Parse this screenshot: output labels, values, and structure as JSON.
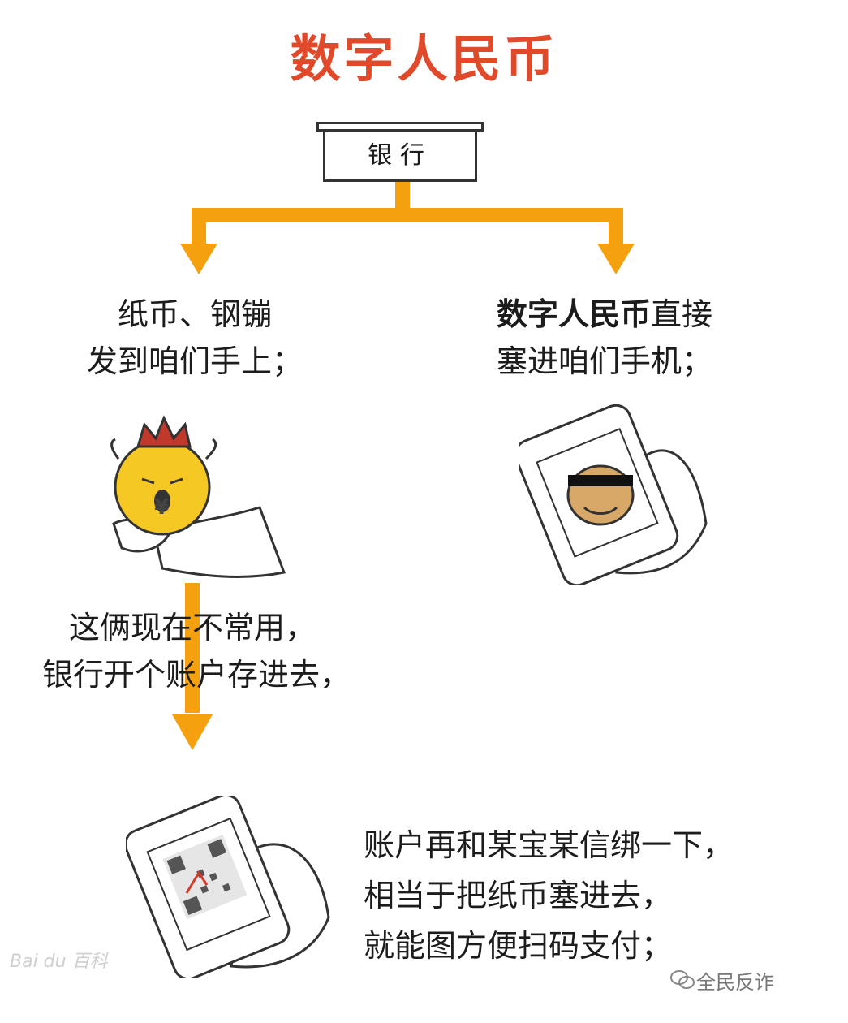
{
  "title": "数字人民币",
  "bank_label": "银行",
  "left_branch": {
    "line1": "纸币、钢镚",
    "line2": "发到咱们手上；"
  },
  "right_branch": {
    "bold": "数字人民币",
    "line1_rest": "直接",
    "line2": "塞进咱们手机；"
  },
  "middle": {
    "line1": "这俩现在不常用，",
    "line2": "银行开个账户存进去，"
  },
  "bottom": {
    "line1": "账户再和某宝某信绑一下，",
    "line2": "相当于把纸币塞进去，",
    "line3": "就能图方便扫码支付；"
  },
  "coin_symbol": "¥",
  "watermark_left": "Bai du 百科",
  "watermark_right": "全民反诈",
  "colors": {
    "title": "#e0492a",
    "arrow": "#f5a10f",
    "coin": "#f6c823",
    "crown": "#c0392b"
  },
  "icons": [
    "coin-character-icon",
    "phone-face-icon",
    "phone-qr-icon",
    "wechat-icon"
  ]
}
